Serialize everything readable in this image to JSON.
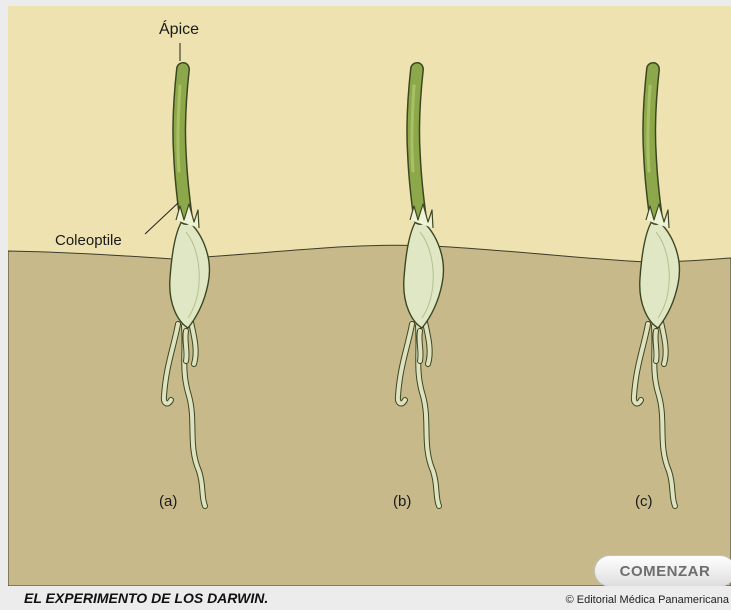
{
  "figure": {
    "labels": {
      "apex": "Ápice",
      "coleoptile": "Coleoptile",
      "a": "(a)",
      "b": "(b)",
      "c": "(c)"
    },
    "seedlings": [
      "a",
      "b",
      "c"
    ],
    "colors": {
      "air": "#ede2b0",
      "soil": "#c8b98b",
      "stem": "#8da84a",
      "stem_outline": "#3c4722",
      "seed": "#dfe7c4",
      "root": "#dfe2c0"
    }
  },
  "controls": {
    "start_button": "COMENZAR"
  },
  "footer": {
    "title": "EL EXPERIMENTO DE LOS DARWIN.",
    "credit": "© Editorial Médica Panamericana"
  }
}
